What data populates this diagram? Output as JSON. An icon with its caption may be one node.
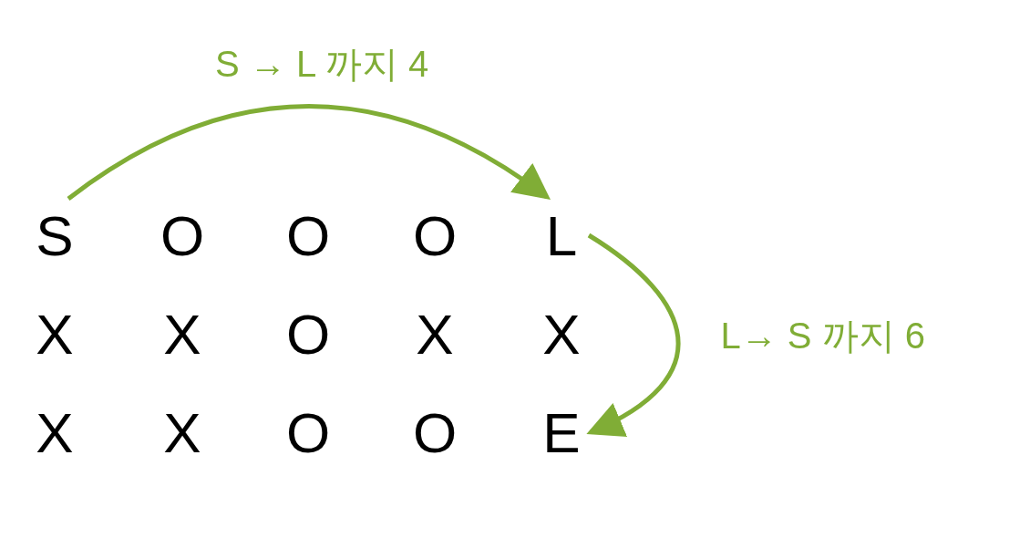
{
  "diagram": {
    "nodes": [
      {
        "text": [
          "S"
        ]
      },
      {
        "text": [
          "O"
        ]
      },
      {
        "text": [
          "O"
        ]
      },
      {
        "text": [
          "O"
        ]
      },
      {
        "text": [
          "L"
        ]
      },
      {
        "text": [
          "X"
        ]
      },
      {
        "text": [
          "X"
        ]
      },
      {
        "text": [
          "O"
        ]
      },
      {
        "text": [
          "X"
        ]
      },
      {
        "text": [
          "X"
        ]
      },
      {
        "text": [
          "X"
        ]
      },
      {
        "text": [
          "X"
        ]
      },
      {
        "text": [
          "O"
        ]
      },
      {
        "text": [
          "O"
        ]
      },
      {
        "text": [
          "E"
        ]
      }
    ],
    "edges": [
      {
        "from": 0,
        "to": 4,
        "arrow": "to",
        "label": "S → L 까지 4"
      },
      {
        "from": 4,
        "to": 14,
        "arrow": "to",
        "label": "L→ S 까지 6"
      }
    ]
  }
}
